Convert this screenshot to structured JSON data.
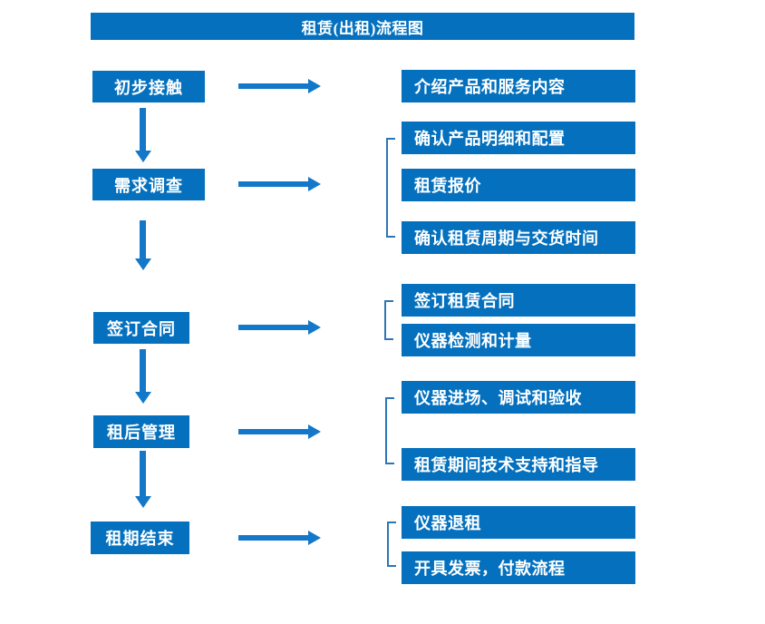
{
  "title": "租赁(出租)流程图",
  "colors": {
    "box_blue": "#0571BE",
    "arrow_blue": "#1378C9",
    "bracket_blue": "#2E75B6",
    "background": "#FFFFFF",
    "text_white": "#FFFFFF"
  },
  "left_steps": [
    {
      "label": "初步接触"
    },
    {
      "label": "需求调查"
    },
    {
      "label": "签订合同"
    },
    {
      "label": "租后管理"
    },
    {
      "label": "租期结束"
    }
  ],
  "right_items": [
    {
      "label": "介绍产品和服务内容"
    },
    {
      "label": "确认产品明细和配置"
    },
    {
      "label": "租赁报价"
    },
    {
      "label": "确认租赁周期与交货时间"
    },
    {
      "label": "签订租赁合同"
    },
    {
      "label": "仪器检测和计量"
    },
    {
      "label": "仪器进场、调试和验收"
    },
    {
      "label": "租赁期间技术支持和指导"
    },
    {
      "label": "仪器退租"
    },
    {
      "label": "开具发票，付款流程"
    }
  ]
}
